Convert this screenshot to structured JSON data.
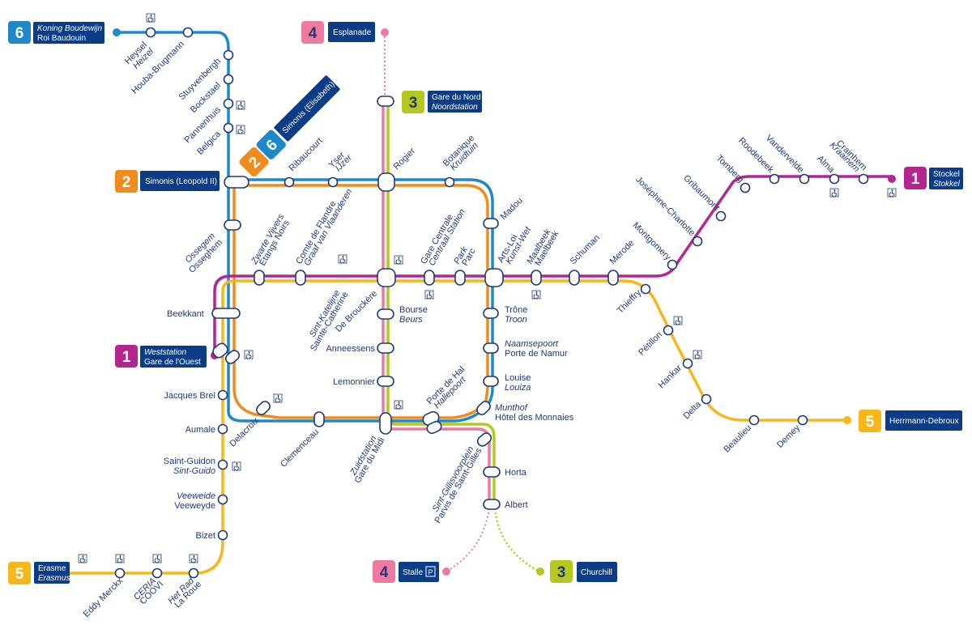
{
  "colors": {
    "line1": "#b3268f",
    "line2": "#f08c1e",
    "line3": "#b4c81e",
    "line4": "#ee7aa0",
    "line5": "#f7b718",
    "line6": "#1e88c8",
    "label_box": "#0b3d87",
    "text": "#1e3a78"
  },
  "icons": {
    "access": "wheelchair-icon",
    "parking": "parking-icon"
  },
  "terminals": [
    {
      "id": "t6",
      "number": "6",
      "l1": "Koning Boudewijn",
      "l2": "Roi Baudouin",
      "l1_italic": true
    },
    {
      "id": "t4n",
      "number": "4",
      "l1": "Esplanade",
      "l2": ""
    },
    {
      "id": "t3n",
      "number": "3",
      "l1": "Gare du Nord",
      "l2": "Noordstation",
      "l2_italic": true
    },
    {
      "id": "t2",
      "number": "2",
      "l1": "Simonis (Leopold II)",
      "l2": ""
    },
    {
      "id": "t26",
      "number2": "2",
      "number6": "6",
      "l1": "Simonis (Elisabeth)",
      "l2": ""
    },
    {
      "id": "t1e",
      "number": "1",
      "l1": "Stockel",
      "l2": "Stokkel",
      "l2_italic": true
    },
    {
      "id": "t1w",
      "number": "1",
      "l1": "Weststation",
      "l2": "Gare de l'Ouest",
      "l1_italic": true
    },
    {
      "id": "t5e",
      "number": "5",
      "l1": "Herrmann-Debroux",
      "l2": ""
    },
    {
      "id": "t5w",
      "number": "5",
      "l1": "Erasme",
      "l2": "Erasmus",
      "l2_italic": true
    },
    {
      "id": "t4s",
      "number": "4",
      "l1": "Stalle",
      "l2": "",
      "parking": "P"
    },
    {
      "id": "t3s",
      "number": "3",
      "l1": "Churchill",
      "l2": ""
    }
  ],
  "stations": [
    {
      "id": "heysel",
      "l1": "Heysel",
      "l2": "Heizel"
    },
    {
      "id": "houba",
      "l1": "Houba-Brugmann",
      "l2": ""
    },
    {
      "id": "stuyvenbergh",
      "l1": "Stuyvenbergh",
      "l2": ""
    },
    {
      "id": "bockstael",
      "l1": "Bockstael",
      "l2": ""
    },
    {
      "id": "pannenhuis",
      "l1": "Pannenhuis",
      "l2": ""
    },
    {
      "id": "belgica",
      "l1": "Belgica",
      "l2": ""
    },
    {
      "id": "ribaucourt",
      "l1": "Ribaucourt",
      "l2": ""
    },
    {
      "id": "yser",
      "l1": "Yser",
      "l2": "IJzer"
    },
    {
      "id": "rogier",
      "l1": "Rogier",
      "l2": ""
    },
    {
      "id": "botanique",
      "l1": "Botanique",
      "l2": "Kruidtuin"
    },
    {
      "id": "madou",
      "l1": "Madou",
      "l2": ""
    },
    {
      "id": "osseghem",
      "l1": "Ossegem",
      "l2": "Osseghem"
    },
    {
      "id": "zwarte",
      "l1": "Zwarte Vijvers",
      "l2": "Étangs Noirs"
    },
    {
      "id": "comte",
      "l1": "Comte de Flandre",
      "l2": "Graaf van Vlaanderen"
    },
    {
      "id": "gare_centrale",
      "l1": "Gare Centrale",
      "l2": "Centraal Station"
    },
    {
      "id": "park",
      "l1": "Park",
      "l2": "Parc"
    },
    {
      "id": "arts",
      "l1": "Arts-Loi",
      "l2": "Kunst-Wet"
    },
    {
      "id": "maalbeek",
      "l1": "Maalbeek",
      "l2": "Maelbeek"
    },
    {
      "id": "schuman",
      "l1": "Schuman",
      "l2": ""
    },
    {
      "id": "merode",
      "l1": "Merode",
      "l2": ""
    },
    {
      "id": "montgomery",
      "l1": "Montgomery",
      "l2": ""
    },
    {
      "id": "josephine",
      "l1": "Joséphine-Charlotte",
      "l2": ""
    },
    {
      "id": "gribaumont",
      "l1": "Gribaumont",
      "l2": ""
    },
    {
      "id": "tomberg",
      "l1": "Tomberg",
      "l2": ""
    },
    {
      "id": "roodebeek",
      "l1": "Roodebeek",
      "l2": ""
    },
    {
      "id": "vandervelde",
      "l1": "Vandervelde",
      "l2": ""
    },
    {
      "id": "alma",
      "l1": "Alma",
      "l2": ""
    },
    {
      "id": "kraainem",
      "l1": "Kraainem",
      "l2": "Crainhem"
    },
    {
      "id": "beekkant",
      "l1": "Beekkant",
      "l2": ""
    },
    {
      "id": "sint_katelijne",
      "l1": "Sint-Katelijne",
      "l2": "Sainte-Catherine"
    },
    {
      "id": "de_brouckere",
      "l1": "De Brouckère",
      "l2": ""
    },
    {
      "id": "bourse",
      "l1": "Bourse",
      "l2": "Beurs"
    },
    {
      "id": "trone",
      "l1": "Trône",
      "l2": "Troon"
    },
    {
      "id": "anneessens",
      "l1": "Anneessens",
      "l2": ""
    },
    {
      "id": "naamsepoort",
      "l1": "Naamsepoort",
      "l2": "Porte de Namur"
    },
    {
      "id": "lemonnier",
      "l1": "Lemonnier",
      "l2": ""
    },
    {
      "id": "louise",
      "l1": "Louise",
      "l2": "Louiza"
    },
    {
      "id": "porte_hal",
      "l1": "Porte de Hal",
      "l2": "Hallepoort"
    },
    {
      "id": "munthof",
      "l1": "Munthof",
      "l2": "Hôtel des Monnaies"
    },
    {
      "id": "thieffry",
      "l1": "Thieffry",
      "l2": ""
    },
    {
      "id": "petillon",
      "l1": "Pétillon",
      "l2": ""
    },
    {
      "id": "hankar",
      "l1": "Hankar",
      "l2": ""
    },
    {
      "id": "delta",
      "l1": "Delta",
      "l2": ""
    },
    {
      "id": "beaulieu",
      "l1": "Beaulieu",
      "l2": ""
    },
    {
      "id": "demey",
      "l1": "Demey",
      "l2": ""
    },
    {
      "id": "jacques_brel",
      "l1": "Jacques Brel",
      "l2": ""
    },
    {
      "id": "aumale",
      "l1": "Aumale",
      "l2": ""
    },
    {
      "id": "delacroix",
      "l1": "Delacroix",
      "l2": ""
    },
    {
      "id": "clemenceau",
      "l1": "Clemenceau",
      "l2": ""
    },
    {
      "id": "zuidstation",
      "l1": "Zuidstation",
      "l2": "Gare du Midi"
    },
    {
      "id": "saint_guidon",
      "l1": "Saint-Guidon",
      "l2": "Sint-Guido"
    },
    {
      "id": "sint_gillis",
      "l1": "Sint-Gillisvoorplein",
      "l2": "Parvis de Saint-Gilles"
    },
    {
      "id": "horta",
      "l1": "Horta",
      "l2": ""
    },
    {
      "id": "albert",
      "l1": "Albert",
      "l2": ""
    },
    {
      "id": "veeweide",
      "l1": "Veeweide",
      "l2": "Veeweyde"
    },
    {
      "id": "bizet",
      "l1": "Bizet",
      "l2": ""
    },
    {
      "id": "eddy_merckx",
      "l1": "Eddy Merckx",
      "l2": ""
    },
    {
      "id": "ceria",
      "l1": "CERIA",
      "l2": "COOVI"
    },
    {
      "id": "la_roue",
      "l1": "Het Rad",
      "l2": "La Roue"
    }
  ]
}
